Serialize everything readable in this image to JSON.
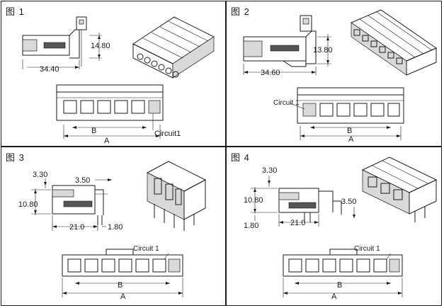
{
  "figures": [
    {
      "title": "图 1",
      "dims": {
        "height": "14.80",
        "width": "34.40"
      },
      "labels": {
        "a": "A",
        "b": "B",
        "circuit": "Circuit1"
      }
    },
    {
      "title": "图 2",
      "dims": {
        "height": "13.80",
        "width": "34.60"
      },
      "labels": {
        "a": "A",
        "b": "B",
        "circuit": "Circuit 1"
      }
    },
    {
      "title": "图 3",
      "dims": {
        "top": "3.30",
        "side": "3.50",
        "height": "10.80",
        "width": "21.0",
        "pin": "1.80"
      },
      "labels": {
        "a": "A",
        "b": "B",
        "circuit": "Circuit 1"
      }
    },
    {
      "title": "图 4",
      "dims": {
        "top": "3.30",
        "height": "10.80",
        "side": "3.50",
        "pin": "1.80",
        "width": "21.0"
      },
      "labels": {
        "a": "A",
        "b": "B",
        "circuit": "Circuit 1"
      }
    }
  ]
}
